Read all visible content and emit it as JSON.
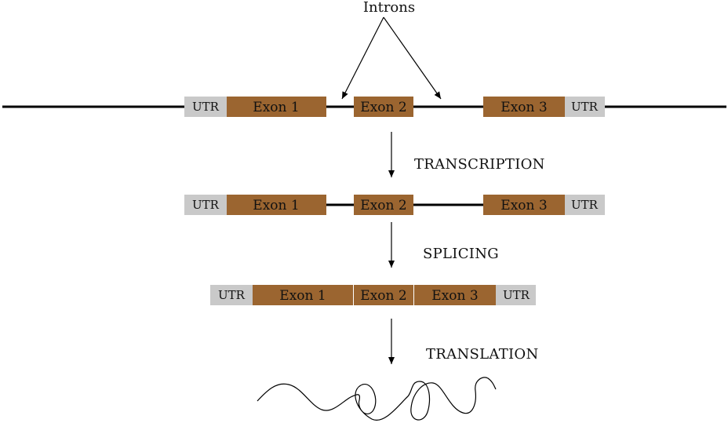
{
  "colors": {
    "exon": "#9b6530",
    "utr": "#c9c9c9",
    "line": "#000000"
  },
  "intron_title": "Introns",
  "gene": {
    "utr_left": "UTR",
    "exon1": "Exon 1",
    "exon2": "Exon 2",
    "exon3": "Exon 3",
    "utr_right": "UTR"
  },
  "pre_mrna": {
    "utr_left": "UTR",
    "exon1": "Exon 1",
    "exon2": "Exon 2",
    "exon3": "Exon 3",
    "utr_right": "UTR"
  },
  "mrna": {
    "utr_left": "UTR",
    "exon1": "Exon 1",
    "exon2": "Exon 2",
    "exon3": "Exon 3",
    "utr_right": "UTR"
  },
  "steps": {
    "transcription": "TRANSCRIPTION",
    "splicing": "SPLICING",
    "translation": "TRANSLATION"
  }
}
